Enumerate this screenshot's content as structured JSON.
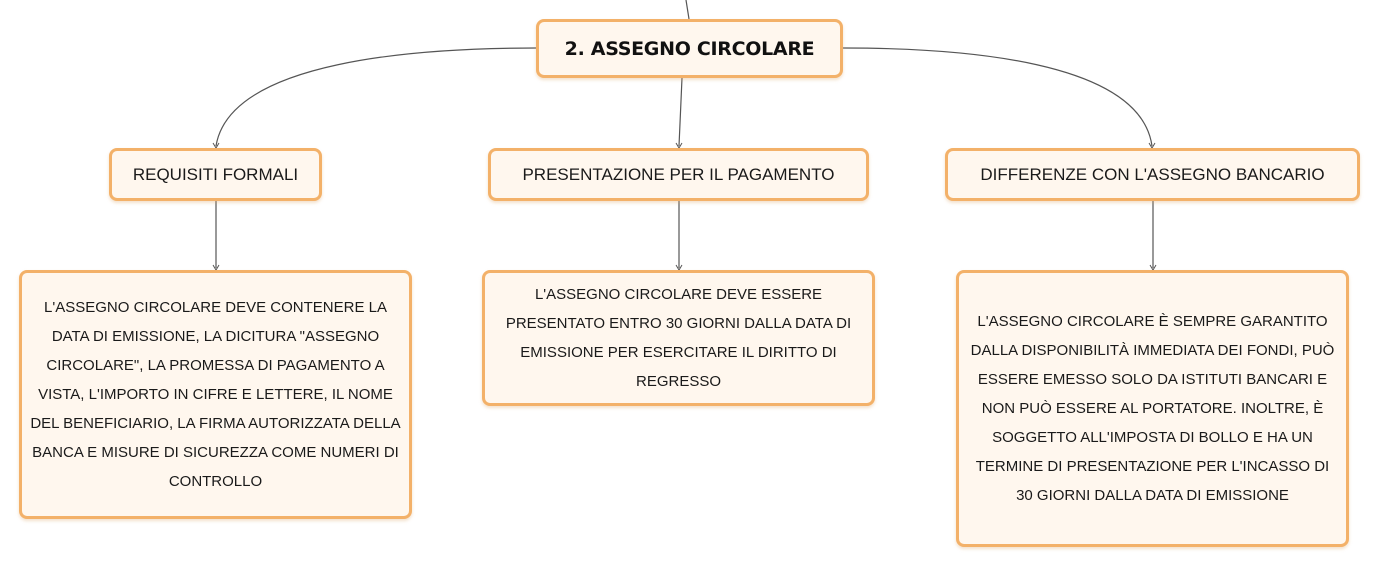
{
  "map": {
    "root": {
      "title": "2. ASSEGNO CIRCOLARE"
    },
    "branches": [
      {
        "topic": "REQUISITI FORMALI",
        "detail": "L'ASSEGNO CIRCOLARE DEVE CONTENERE LA DATA DI EMISSIONE, LA DICITURA \"ASSEGNO CIRCOLARE\", LA PROMESSA DI PAGAMENTO A VISTA, L'IMPORTO IN CIFRE E LETTERE, IL NOME DEL BENEFICIARIO, LA FIRMA AUTORIZZATA DELLA BANCA E MISURE DI SICUREZZA COME NUMERI DI CONTROLLO"
      },
      {
        "topic": "PRESENTAZIONE PER IL PAGAMENTO",
        "detail": "L'ASSEGNO CIRCOLARE DEVE ESSERE PRESENTATO ENTRO 30 GIORNI DALLA DATA DI EMISSIONE PER ESERCITARE IL DIRITTO DI REGRESSO"
      },
      {
        "topic": "DIFFERENZE CON L'ASSEGNO BANCARIO",
        "detail": "L'ASSEGNO CIRCOLARE È SEMPRE GARANTITO DALLA DISPONIBILITÀ IMMEDIATA DEI FONDI, PUÒ ESSERE EMESSO SOLO DA ISTITUTI BANCARI E NON PUÒ ESSERE AL PORTATORE. INOLTRE, È SOGGETTO ALL'IMPOSTA DI BOLLO E HA UN TERMINE DI PRESENTAZIONE PER L'INCASSO DI 30 GIORNI DALLA DATA DI EMISSIONE"
      }
    ]
  },
  "colors": {
    "node_border": "#f3b169",
    "node_fill": "#fff7ee",
    "connector": "#555555"
  }
}
